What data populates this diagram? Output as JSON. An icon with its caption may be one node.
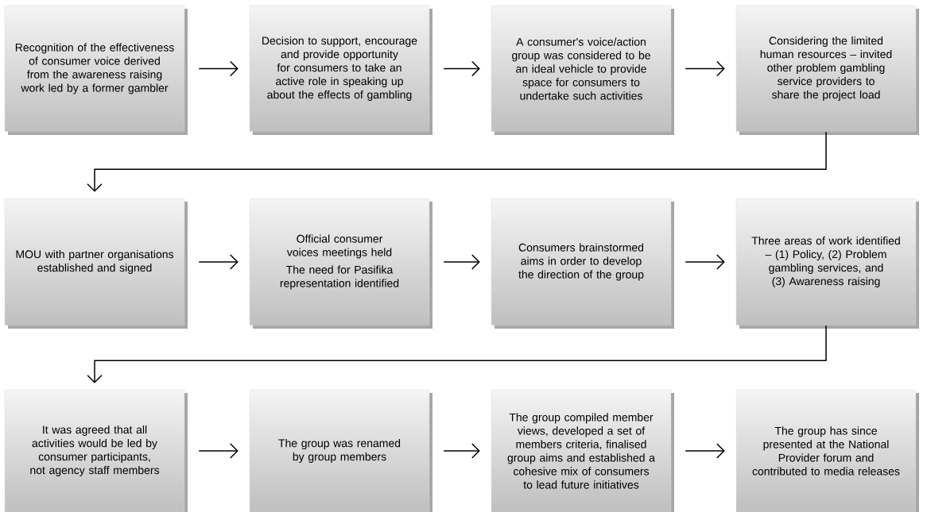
{
  "diagram": {
    "nodes": [
      {
        "text": [
          "Recognition of the effectiveness of consumer voice derived from the awareness raising work led by a former gambler"
        ]
      },
      {
        "text": [
          "Decision to support, encourage and provide opportunity for consumers to take an active role in speaking up about the effects of gambling"
        ]
      },
      {
        "text": [
          "A consumer's voice/action group was considered to be an ideal vehicle to provide space for consumers to undertake such activities"
        ]
      },
      {
        "text": [
          "Considering the limited human resources – invited other problem gambling service providers to share the project load"
        ]
      },
      {
        "text": [
          "MOU with partner organisations established and signed"
        ]
      },
      {
        "text": [
          "Official consumer voices meetings  held",
          "The need for Pasifika representation identified"
        ]
      },
      {
        "text": [
          "Consumers brainstormed aims in order to develop the direction of the group"
        ]
      },
      {
        "text": [
          "Three areas of work identified – (1) Policy, (2) Problem gambling services, and (3) Awareness raising"
        ]
      },
      {
        "text": [
          "It was agreed that all activities would be led by consumer participants, not agency staff members"
        ]
      },
      {
        "text": [
          "The group was renamed by group members"
        ]
      },
      {
        "text": [
          "The group compiled member views, developed a set of members criteria, finalised group aims and established a cohesive mix of consumers to lead future initiatives"
        ]
      },
      {
        "text": [
          "The group has since presented at the National Provider forum and contributed to media releases"
        ]
      }
    ],
    "edges": [
      {
        "from": 0,
        "to": 1,
        "arrow": "to"
      },
      {
        "from": 1,
        "to": 2,
        "arrow": "to"
      },
      {
        "from": 2,
        "to": 3,
        "arrow": "to"
      },
      {
        "from": 3,
        "to": 4,
        "arrow": "to"
      },
      {
        "from": 4,
        "to": 5,
        "arrow": "to"
      },
      {
        "from": 5,
        "to": 6,
        "arrow": "to"
      },
      {
        "from": 6,
        "to": 7,
        "arrow": "to"
      },
      {
        "from": 7,
        "to": 8,
        "arrow": "to"
      },
      {
        "from": 8,
        "to": 9,
        "arrow": "to"
      },
      {
        "from": 9,
        "to": 10,
        "arrow": "to"
      },
      {
        "from": 10,
        "to": 11,
        "arrow": "to"
      }
    ]
  }
}
